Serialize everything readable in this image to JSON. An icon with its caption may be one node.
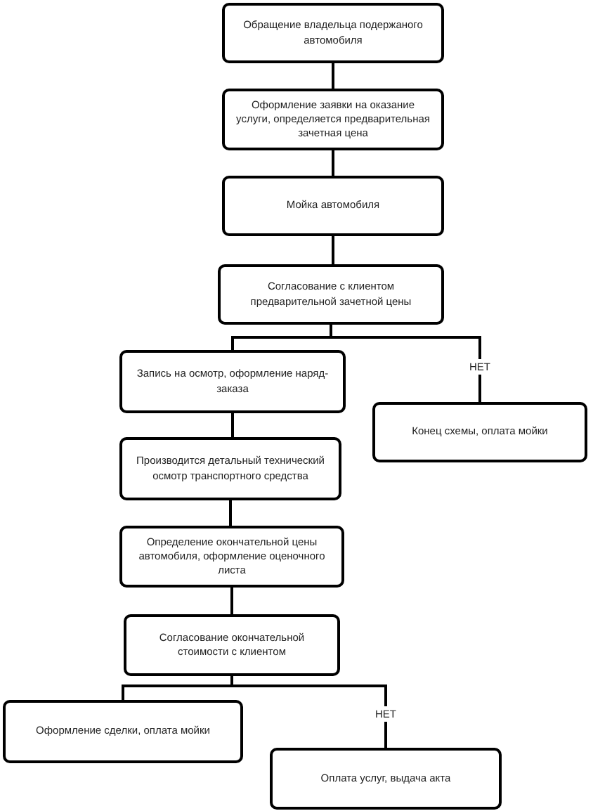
{
  "diagram": {
    "nodes": [
      {
        "text": [
          "Обращение владельца подержаного автомобиля"
        ]
      },
      {
        "text": [
          "Оформление заявки на оказание услуги, определяется предварительная зачетная цена"
        ]
      },
      {
        "text": [
          "Мойка автомобиля"
        ]
      },
      {
        "text": [
          "Согласование с клиентом предварительной зачетной цены"
        ]
      },
      {
        "text": [
          "Запись на осмотр, оформление наряд-заказа"
        ]
      },
      {
        "text": [
          "Конец схемы, оплата мойки"
        ]
      },
      {
        "text": [
          "Производится детальный технический осмотр транспортного средства"
        ]
      },
      {
        "text": [
          "Определение окончательной цены автомобиля, оформление оценочного листа"
        ]
      },
      {
        "text": [
          "Согласование окончательной стоимости с клиентом"
        ]
      },
      {
        "text": [
          "Оформление сделки, оплата мойки"
        ]
      },
      {
        "text": [
          "Оплата  услуг, выдача акта"
        ]
      }
    ],
    "edges": [
      {
        "from": 0,
        "to": 1,
        "arrow": "none"
      },
      {
        "from": 1,
        "to": 2,
        "arrow": "none"
      },
      {
        "from": 2,
        "to": 3,
        "arrow": "none"
      },
      {
        "from": 3,
        "to": 4,
        "arrow": "none"
      },
      {
        "from": 3,
        "to": 5,
        "arrow": "none",
        "label": "НЕТ"
      },
      {
        "from": 4,
        "to": 6,
        "arrow": "none"
      },
      {
        "from": 6,
        "to": 7,
        "arrow": "none"
      },
      {
        "from": 7,
        "to": 8,
        "arrow": "none"
      },
      {
        "from": 8,
        "to": 9,
        "arrow": "none"
      },
      {
        "from": 8,
        "to": 10,
        "arrow": "none",
        "label": "НЕТ"
      }
    ]
  }
}
